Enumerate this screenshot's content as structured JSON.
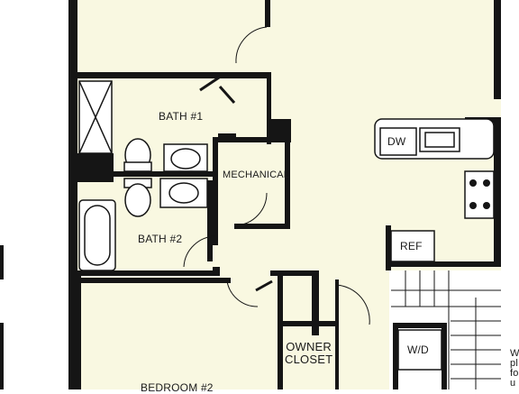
{
  "diagram": {
    "colors": {
      "floor": "#f9f8e1",
      "wall": "#151515",
      "fixture": "#ffffff"
    },
    "rooms": {
      "bath1": "BATH #1",
      "bath2": "BATH #2",
      "mechanical": "MECHANICAL",
      "owner_closet": "OWNER\nCLOSET",
      "bedroom2": "BEDROOM #2"
    },
    "appliances": {
      "dishwasher": "DW",
      "refrigerator": "REF",
      "washer_dryer": "W/D"
    },
    "edge_text": [
      "W",
      "pl",
      "fo",
      "u"
    ]
  }
}
